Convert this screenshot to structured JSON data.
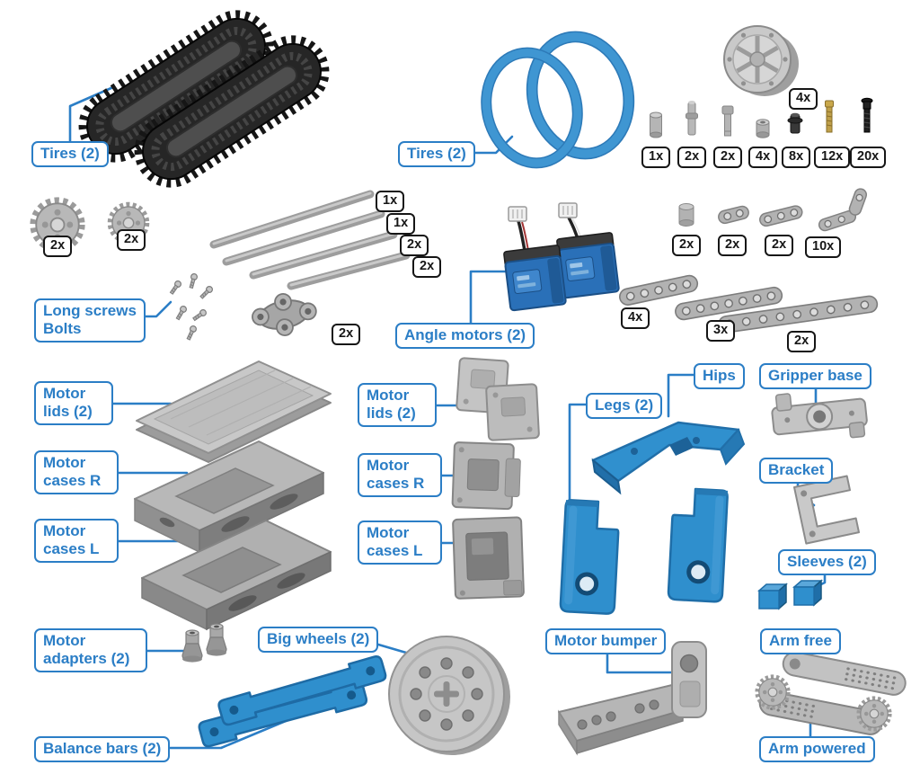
{
  "page": {
    "background": "#ffffff",
    "accent_blue": "#2b7ec6",
    "part_blue": "#3090ce",
    "tire_blue": "#3f96d2",
    "badge_border": "#161616"
  },
  "labels": {
    "tires_treads": "Tires (2)",
    "tires_rings": "Tires (2)",
    "long_screws_bolts": "Long screws Bolts",
    "angle_motors": "Angle motors (2)",
    "motor_lids_left": "Motor lids (2)",
    "motor_cases_r_left": "Motor cases R",
    "motor_cases_l_left": "Motor cases L",
    "motor_lids_mid": "Motor lids (2)",
    "motor_cases_r_mid": "Motor cases R",
    "motor_cases_l_mid": "Motor cases L",
    "hips": "Hips",
    "legs": "Legs (2)",
    "gripper_base": "Gripper base",
    "bracket": "Bracket",
    "sleeves": "Sleeves (2)",
    "motor_adapters": "Motor adapters (2)",
    "balance_bars": "Balance bars (2)",
    "big_wheels": "Big wheels (2)",
    "motor_bumper": "Motor bumper",
    "arm_free": "Arm free",
    "arm_powered": "Arm powered"
  },
  "badges": {
    "wheel_hub": "4x",
    "fastener_1": "1x",
    "fastener_2": "2x",
    "fastener_3": "2x",
    "fastener_4": "4x",
    "fastener_5": "8x",
    "fastener_6": "12x",
    "fastener_7": "20x",
    "gear_large": "2x",
    "gear_small": "2x",
    "axle_a": "1x",
    "axle_b": "1x",
    "axle_c": "2x",
    "axle_d": "2x",
    "axle_connector": "2x",
    "spacer": "2x",
    "beam_2hole": "2x",
    "beam_3hole": "2x",
    "beam_angle": "10x",
    "beam_long_a": "4x",
    "beam_long_b": "3x",
    "beam_long_c": "2x"
  }
}
